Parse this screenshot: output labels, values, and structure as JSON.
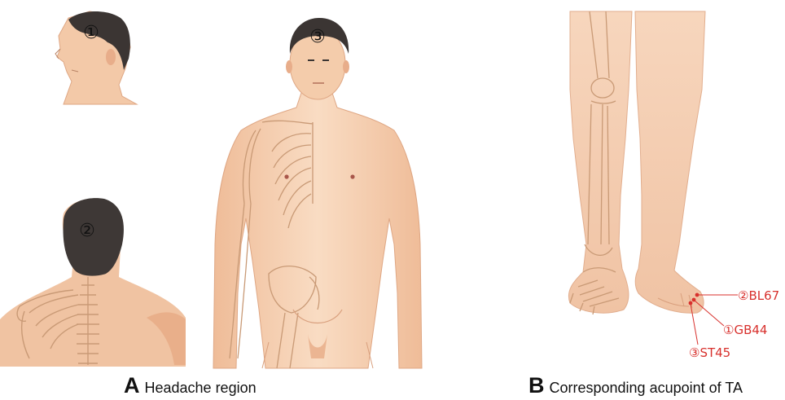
{
  "panel_a": {
    "letter": "A",
    "caption": "Headache region",
    "markers": {
      "side_head": "①",
      "back_head": "②",
      "front_head": "③"
    }
  },
  "panel_b": {
    "letter": "B",
    "caption": "Corresponding acupoint of TA",
    "points": {
      "bl67": "②BL67",
      "gb44": "①GB44",
      "st45": "③ST45"
    }
  },
  "colors": {
    "skin": "#f6cfb0",
    "skin_shadow": "#e7ab86",
    "hair": "#3b3533",
    "bone_line": "#c89a74",
    "acupoint_red": "#d8312d"
  }
}
